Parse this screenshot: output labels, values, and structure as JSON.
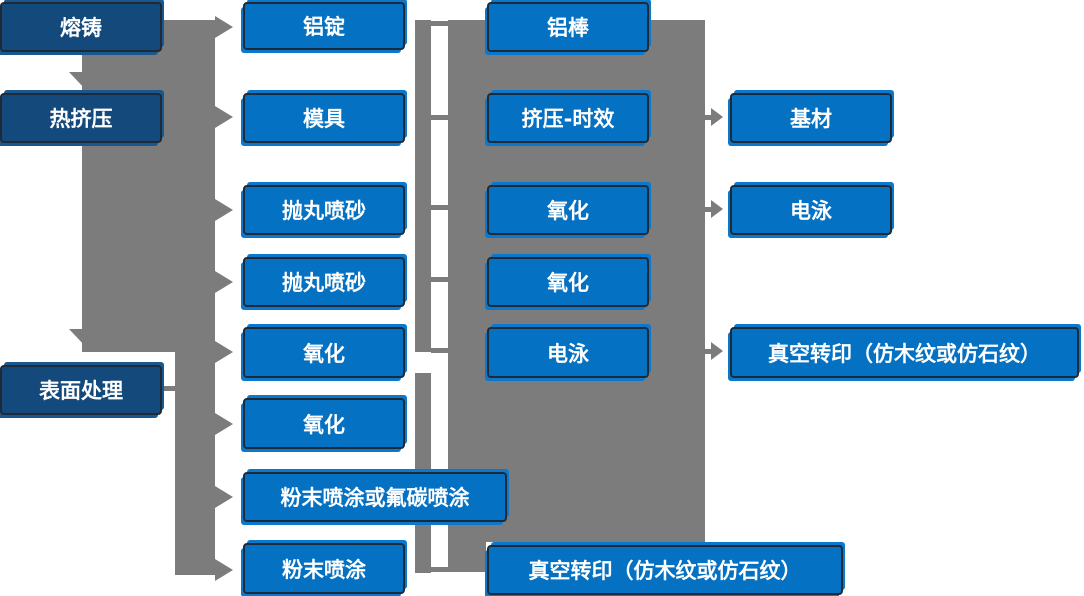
{
  "nodes": {
    "rongzhu": "熔铸",
    "rejiya": "热挤压",
    "biaomian_chuli": "表面处理",
    "lvding": "铝锭",
    "muju": "模具",
    "paowan_pensha_1": "抛丸喷砂",
    "paowan_pensha_2": "抛丸喷砂",
    "yanghua_1": "氧化",
    "yanghua_2": "氧化",
    "fenmo_or_futan": "粉末喷涂或氟碳喷涂",
    "fenmo_pentu": "粉末喷涂",
    "lvbang": "铝棒",
    "jiya_shixiao": "挤压-时效",
    "yanghua_3": "氧化",
    "yanghua_4": "氧化",
    "dianyong_1": "电泳",
    "zhenkong_zhuanyin_1": "真空转印（仿木纹或仿石纹）",
    "jicai": "基材",
    "dianyong_2": "电泳",
    "zhenkong_zhuanyin_2": "真空转印（仿木纹或仿石纹）"
  },
  "colors": {
    "box_blue": "#0571C2",
    "box_dark_blue": "#14497B",
    "box_border": "#1E2A38",
    "connector_gray": "#7C7C7C",
    "text": "#FFFFFF"
  }
}
